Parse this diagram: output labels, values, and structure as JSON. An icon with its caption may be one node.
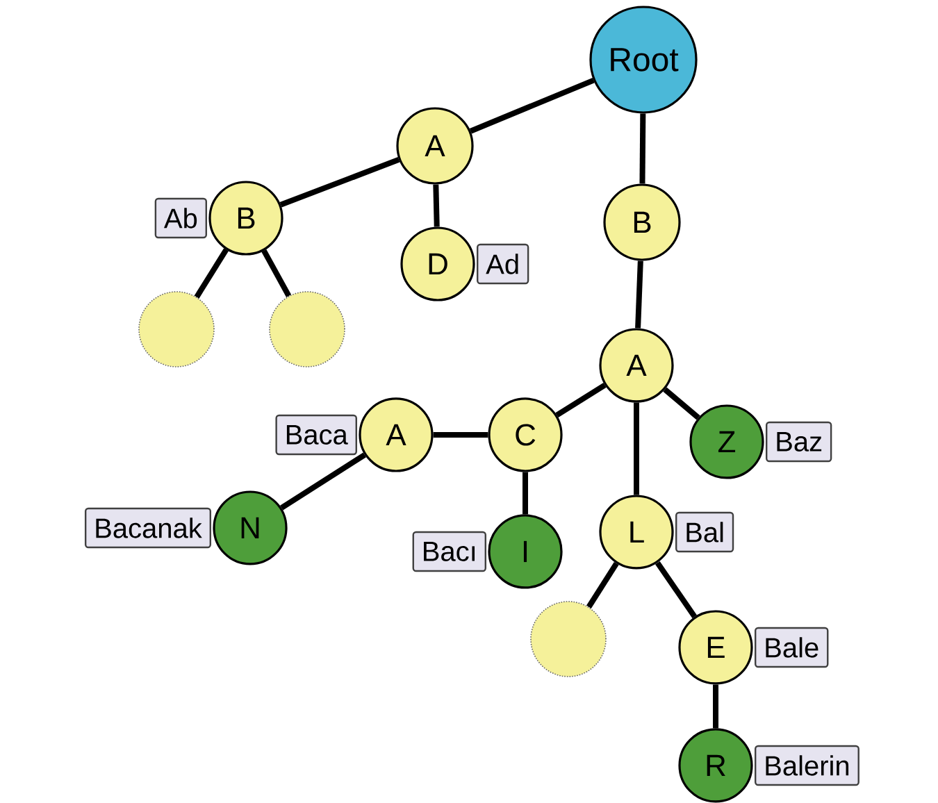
{
  "diagram": {
    "nodes": [
      {
        "text": [
          "Root"
        ]
      },
      {
        "text": [
          "A"
        ]
      },
      {
        "text": [
          "B"
        ],
        "beside": [
          "Ab"
        ]
      },
      {
        "text": [
          "D"
        ],
        "beside": [
          "Ad"
        ]
      },
      {
        "text": [
          "B"
        ]
      },
      {
        "text": [],
        "shape": "circle"
      },
      {
        "text": [],
        "shape": "circle"
      },
      {
        "text": [
          "A"
        ]
      },
      {
        "text": [
          "A"
        ],
        "beside": [
          "Baca"
        ]
      },
      {
        "text": [
          "C"
        ]
      },
      {
        "text": [
          "Z"
        ],
        "beside": [
          "Baz"
        ]
      },
      {
        "text": [
          "N"
        ],
        "beside": [
          "Bacanak"
        ]
      },
      {
        "text": [
          "L"
        ],
        "beside": [
          "Bal"
        ]
      },
      {
        "text": [
          "I"
        ],
        "beside": [
          "Bacı"
        ]
      },
      {
        "text": [],
        "shape": "circle"
      },
      {
        "text": [
          "E"
        ],
        "beside": [
          "Bale"
        ]
      },
      {
        "text": [
          "R"
        ],
        "beside": [
          "Balerin"
        ]
      }
    ],
    "edges": [
      {
        "from": 0,
        "to": 1,
        "arrow": "none"
      },
      {
        "from": 1,
        "to": 2,
        "arrow": "none"
      },
      {
        "from": 1,
        "to": 3,
        "arrow": "none"
      },
      {
        "from": 0,
        "to": 4,
        "arrow": "none"
      },
      {
        "from": 2,
        "to": 5,
        "arrow": "none"
      },
      {
        "from": 2,
        "to": 6,
        "arrow": "none"
      },
      {
        "from": 4,
        "to": 7,
        "arrow": "none"
      },
      {
        "from": 7,
        "to": 9,
        "arrow": "none"
      },
      {
        "from": 9,
        "to": 8,
        "arrow": "none"
      },
      {
        "from": 8,
        "to": 11,
        "arrow": "none"
      },
      {
        "from": 9,
        "to": 13,
        "arrow": "none"
      },
      {
        "from": 7,
        "to": 10,
        "arrow": "none"
      },
      {
        "from": 7,
        "to": 12,
        "arrow": "none"
      },
      {
        "from": 12,
        "to": 14,
        "arrow": "none"
      },
      {
        "from": 12,
        "to": 15,
        "arrow": "none"
      },
      {
        "from": 15,
        "to": 16,
        "arrow": "none"
      }
    ]
  }
}
